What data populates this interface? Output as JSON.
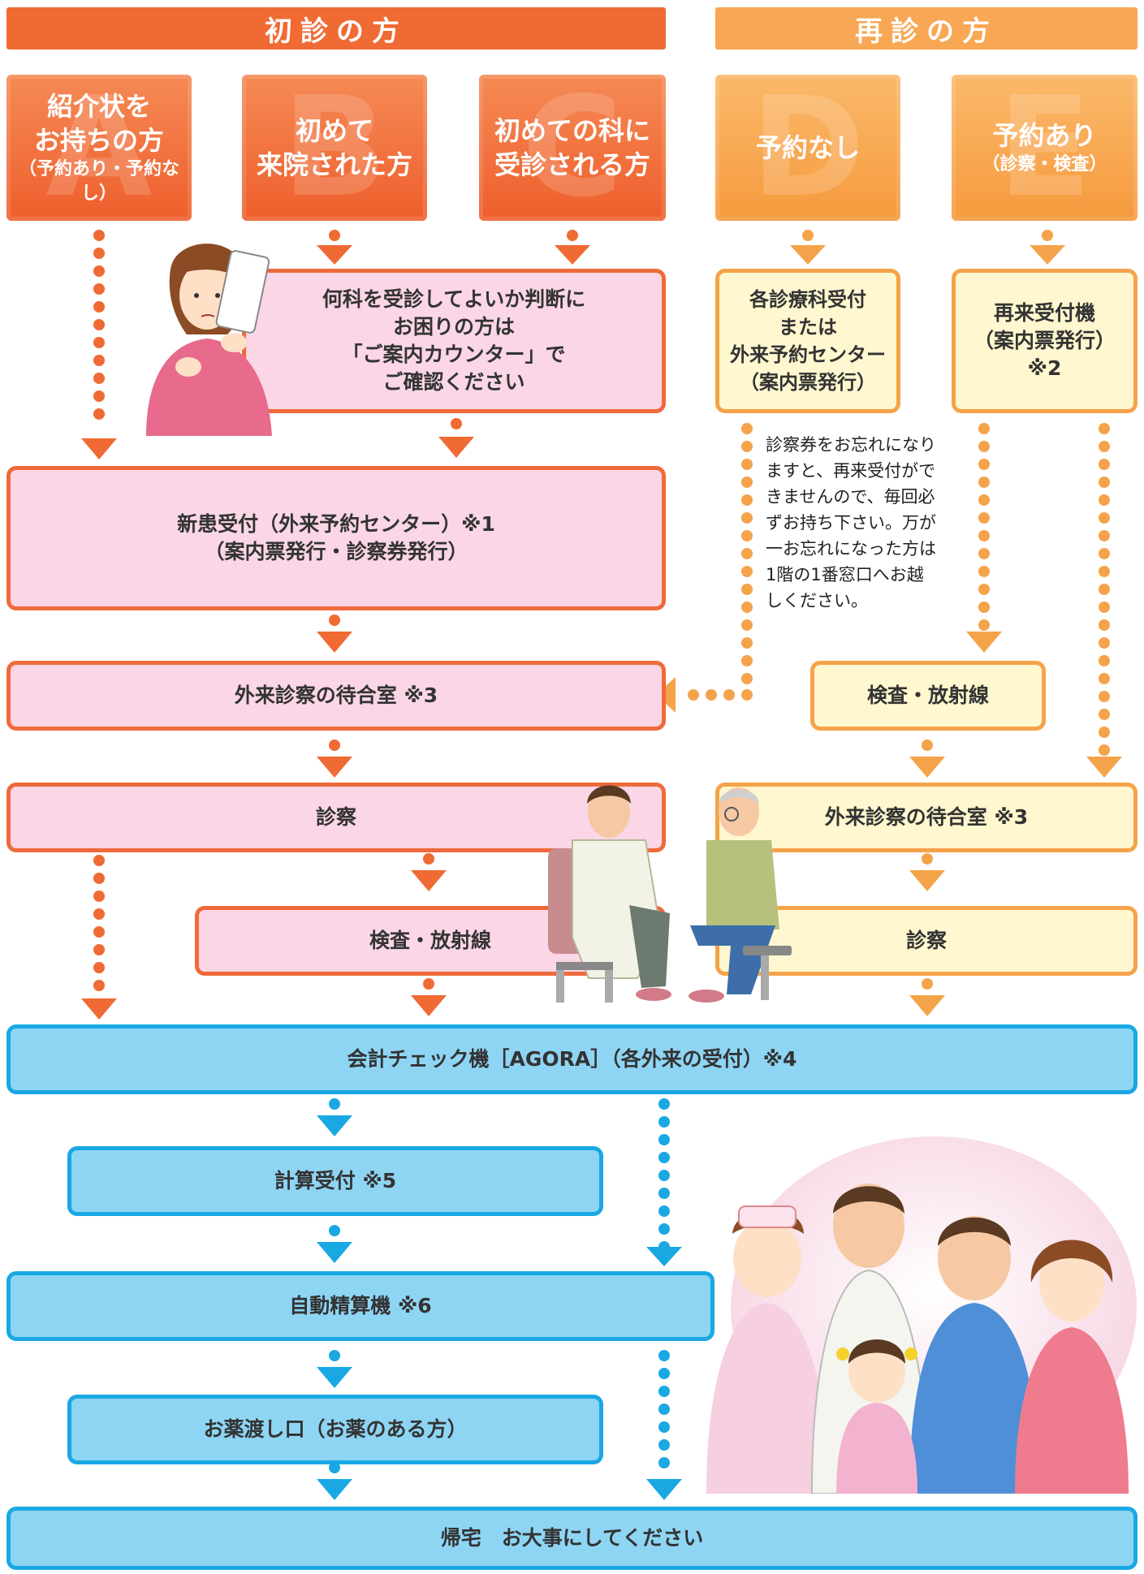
{
  "headers": {
    "first_visit": "初診の方",
    "return_visit": "再診の方"
  },
  "categories": [
    {
      "letter": "A",
      "lines": [
        "紹介状を",
        "お持ちの方"
      ],
      "sub": "（予約あり・予約なし）"
    },
    {
      "letter": "B",
      "lines": [
        "初めて",
        "来院された方"
      ],
      "sub": ""
    },
    {
      "letter": "C",
      "lines": [
        "初めての科に",
        "受診される方"
      ],
      "sub": ""
    },
    {
      "letter": "D",
      "lines": [
        "予約なし"
      ],
      "sub": ""
    },
    {
      "letter": "E",
      "lines": [
        "予約あり"
      ],
      "sub": "（診察・検査）"
    }
  ],
  "boxes": {
    "guide_counter": [
      "何科を受診してよいか判断に",
      "お困りの方は",
      "「ご案内カウンター」で",
      "ご確認ください"
    ],
    "dept_reception": [
      "各診療科受付",
      "または",
      "外来予約センター",
      "（案内票発行）"
    ],
    "revisit_machine": [
      "再来受付機",
      "（案内票発行）",
      "※2"
    ],
    "new_patient": [
      "新患受付（外来予約センター）※1",
      "（案内票発行・診察券発行）"
    ],
    "waiting_room_left": "外来診察の待合室 ※3",
    "exam_radiology_right": "検査・放射線",
    "consultation_left": "診察",
    "waiting_room_right": "外来診察の待合室 ※3",
    "exam_radiology_left": "検査・放射線",
    "consultation_right": "診察",
    "agora": "会計チェック機［AGORA］（各外来の受付）※4",
    "calc_reception": "計算受付 ※5",
    "auto_payment": "自動精算機 ※6",
    "medicine": "お薬渡し口（お薬のある方）",
    "go_home": "帰宅　お大事にしてください"
  },
  "note": "診察券をお忘れになり\nますと、再来受付がで\nきませんので、毎回必\nずお持ち下さい。万が\n一お忘れになった方は\n1階の1番窓口へお越\nしください。",
  "colors": {
    "orange_dark": "#f06a34",
    "orange_light": "#f8a754",
    "pink_fill": "#fad6e6",
    "yellow_fill": "#fff7cf",
    "blue_fill": "#8ed5f4",
    "blue_border": "#1aa8e3"
  }
}
